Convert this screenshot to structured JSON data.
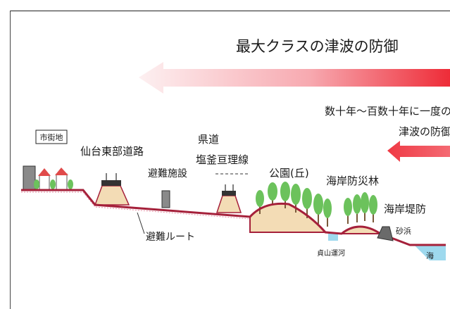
{
  "title": "最大クラスの津波の防御",
  "frequent_label_line1": "数十年～百数十年に一度の",
  "frequent_label_line2": "津波の防御",
  "labels": {
    "city": "市街地",
    "east_road": "仙台東部道路",
    "evac_facility": "避難施設",
    "pref_road_1": "県道",
    "pref_road_2": "塩釜亘理線",
    "park": "公園(丘)",
    "forest": "海岸防災林",
    "seawall": "海岸堤防",
    "sand": "砂浜",
    "canal": "貞山運河",
    "sea": "海",
    "evac_route": "避難ルート"
  },
  "colors": {
    "arrow_strong": "#ef2f3a",
    "arrow_fade": "#fbe4e6",
    "ground": "#a5203a",
    "mound": "#f3dcb5",
    "tree": "#6cc25c",
    "water": "#9ed9ee",
    "wall": "#6a6a6a"
  }
}
